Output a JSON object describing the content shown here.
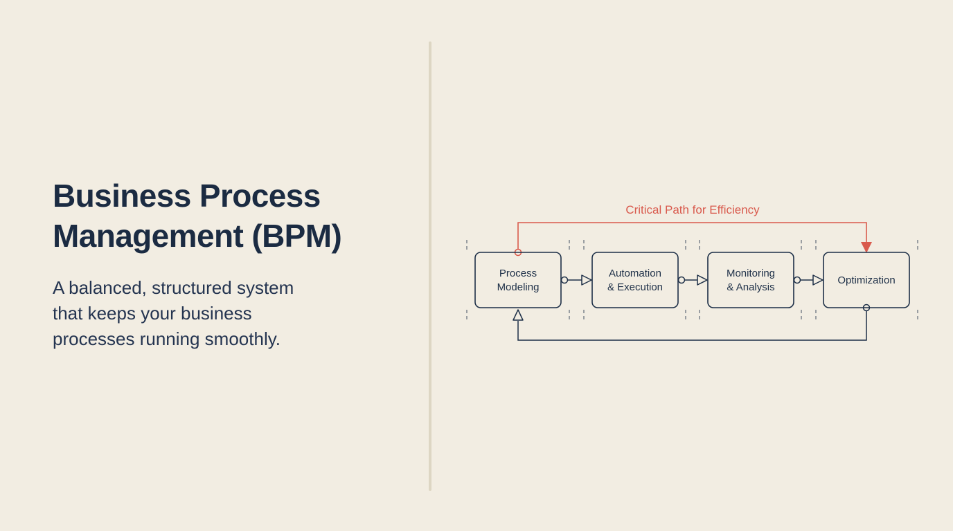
{
  "left_panel": {
    "title": "Business Process Management (BPM)",
    "title_lines": [
      "Business Process",
      "Management (BPM)"
    ],
    "subtitle": "A balanced, structured system that keeps your business processes running smoothly.",
    "subtitle_lines": [
      "A balanced, structured system",
      "that keeps your business",
      "processes running smoothly."
    ]
  },
  "diagram": {
    "critical_path_label": "Critical Path for Efficiency",
    "nodes": [
      {
        "id": "process-modeling",
        "lines": [
          "Process",
          "Modeling"
        ]
      },
      {
        "id": "automation-execution",
        "lines": [
          "Automation",
          "& Execution"
        ]
      },
      {
        "id": "monitoring-analysis",
        "lines": [
          "Monitoring",
          "& Analysis"
        ]
      },
      {
        "id": "optimization",
        "lines": [
          "Optimization"
        ]
      }
    ],
    "edges": [
      {
        "from": "process-modeling",
        "to": "automation-execution",
        "type": "flow"
      },
      {
        "from": "automation-execution",
        "to": "monitoring-analysis",
        "type": "flow"
      },
      {
        "from": "monitoring-analysis",
        "to": "optimization",
        "type": "flow"
      },
      {
        "from": "process-modeling",
        "to": "optimization",
        "type": "critical-path",
        "label": "Critical Path for Efficiency"
      },
      {
        "from": "optimization",
        "to": "process-modeling",
        "type": "feedback-loop"
      }
    ],
    "colors": {
      "ink": "#1d2f47",
      "accent_red": "#d95a4d",
      "background": "#f2ede2",
      "divider": "#ddd6c3"
    }
  }
}
